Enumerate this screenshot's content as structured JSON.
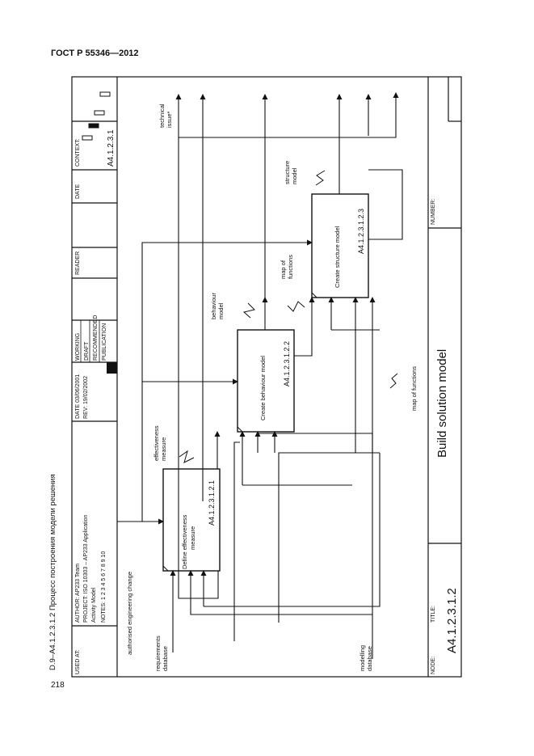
{
  "page": {
    "header": "ГОСТ Р 55346—2012",
    "page_number": "218",
    "caption": "D.9–A4.1.2.3.1.2 Процесс построения модели решения"
  },
  "frame": {
    "used_at_label": "USED AT:",
    "author": "AUTHOR:  AP233 Team",
    "date": "DATE 03/06/2001",
    "project": "PROJECT:  ISO 10303 – AP233 Application",
    "rev": "REV:    19/02/2002",
    "model_name": "Activity Model",
    "notes": "NOTES:  1  2  3  4  5  6  7  8  9  10",
    "status_working": "WORKING",
    "status_draft": "DRAFT",
    "status_recommended": "RECOMMENDED",
    "status_publication": "PUBLICATION",
    "reader_label": "READER",
    "date_label": "DATE",
    "context_label": "CONTEXT:",
    "context_value": "A4.1.2.3.1",
    "node_label": "NODE:",
    "node_value": "A4.1.2.3.1.2",
    "title_label": "TITLE:",
    "title_value": "Build solution model",
    "number_label": "NUMBER:"
  },
  "activities": [
    {
      "name": "Define effectiveness measure",
      "line1": "Define effectiveness",
      "line2": "measure",
      "id": "A4.1.2.3.1.2.1"
    },
    {
      "name": "Create behaviour model",
      "line1": "Create behaviour model",
      "line2": "",
      "id": "A4.1.2.3.1.2.2"
    },
    {
      "name": "Create structure model",
      "line1": "Create structure model",
      "line2": "",
      "id": "A4.1.2.3.1.2.3"
    }
  ],
  "flows": {
    "requirements_database": [
      "requirements",
      "database"
    ],
    "modelling_database": [
      "modelling",
      "database"
    ],
    "authorised_engineering_change": "authorised engineering change",
    "effectiveness_measure": [
      "effectiveness",
      "measure"
    ],
    "behaviour_model": [
      "behaviour",
      "model"
    ],
    "map_of_functions_short": [
      "map of",
      "functions"
    ],
    "map_of_functions": "map of functions",
    "structure_model": [
      "structure",
      "model"
    ],
    "technical_issue": [
      "technical",
      "issue*"
    ]
  }
}
